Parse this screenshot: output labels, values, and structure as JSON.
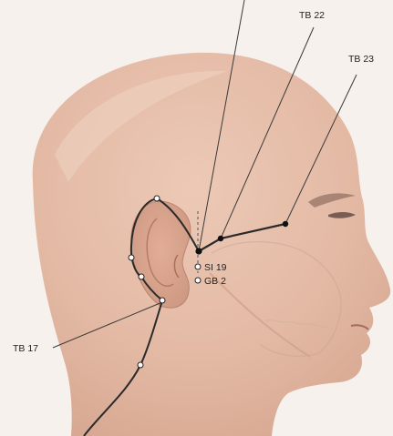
{
  "labels": {
    "tb22": "TB 22",
    "tb23": "TB 23",
    "tb17": "TB 17",
    "si19": "SI 19",
    "gb2": "GB 2"
  },
  "colors": {
    "background": "#f6f1ec",
    "skin": "#e6c1ad",
    "skin_shadow": "#d5a894",
    "hair": "#c9a08b",
    "meridian_line": "#2a2a2a",
    "leader_line": "#3a3a3a",
    "label_text": "#222222"
  },
  "icons": {
    "point_filled": "filled-dot",
    "point_open": "open-circle"
  }
}
